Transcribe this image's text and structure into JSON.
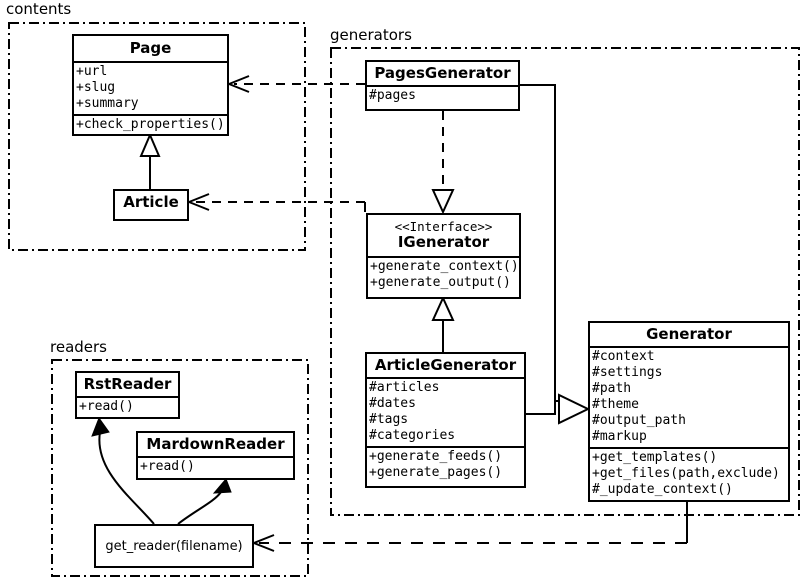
{
  "diagram": {
    "type": "uml-class-diagram",
    "packages": [
      {
        "id": "contents",
        "label": "contents"
      },
      {
        "id": "generators",
        "label": "generators"
      },
      {
        "id": "readers",
        "label": "readers"
      }
    ],
    "classes": {
      "page": {
        "name": "Page",
        "attributes": [
          "+url",
          "+slug",
          "+summary"
        ],
        "operations": [
          "+check_properties()"
        ]
      },
      "article": {
        "name": "Article",
        "attributes": [],
        "operations": []
      },
      "pages_generator": {
        "name": "PagesGenerator",
        "attributes": [
          "#pages"
        ],
        "operations": []
      },
      "igenerator": {
        "stereotype": "<<Interface>>",
        "name": "IGenerator",
        "attributes": [],
        "operations": [
          "+generate_context()",
          "+generate_output()"
        ]
      },
      "article_generator": {
        "name": "ArticleGenerator",
        "attributes": [
          "#articles",
          "#dates",
          "#tags",
          "#categories"
        ],
        "operations": [
          "+generate_feeds()",
          "+generate_pages()"
        ]
      },
      "generator": {
        "name": "Generator",
        "attributes": [
          "#context",
          "#settings",
          "#path",
          "#theme",
          "#output_path",
          "#markup"
        ],
        "operations": [
          "+get_templates()",
          "+get_files(path,exclude)",
          "#_update_context()"
        ]
      },
      "rst_reader": {
        "name": "RstReader",
        "attributes": [],
        "operations": [
          "+read()"
        ]
      },
      "mardown_reader": {
        "name": "MardownReader",
        "attributes": [],
        "operations": [
          "+read()"
        ]
      },
      "get_reader": {
        "name": "get_reader(filename)"
      }
    },
    "relationships": [
      {
        "from": "article",
        "to": "page",
        "kind": "generalization"
      },
      {
        "from": "pages_generator",
        "to": "igenerator",
        "kind": "realization"
      },
      {
        "from": "article_generator",
        "to": "igenerator",
        "kind": "generalization"
      },
      {
        "from": "pages_generator",
        "to": "generator",
        "kind": "generalization"
      },
      {
        "from": "article_generator",
        "to": "generator",
        "kind": "generalization"
      },
      {
        "from": "pages_generator",
        "to": "page",
        "kind": "dependency"
      },
      {
        "from": "article_generator",
        "to": "article",
        "kind": "dependency"
      },
      {
        "from": "generator",
        "to": "get_reader",
        "kind": "dependency"
      },
      {
        "from": "get_reader",
        "to": "rst_reader",
        "kind": "association"
      },
      {
        "from": "get_reader",
        "to": "mardown_reader",
        "kind": "association"
      }
    ],
    "colors": {
      "line": "#000000",
      "fill": "#ffffff"
    }
  }
}
